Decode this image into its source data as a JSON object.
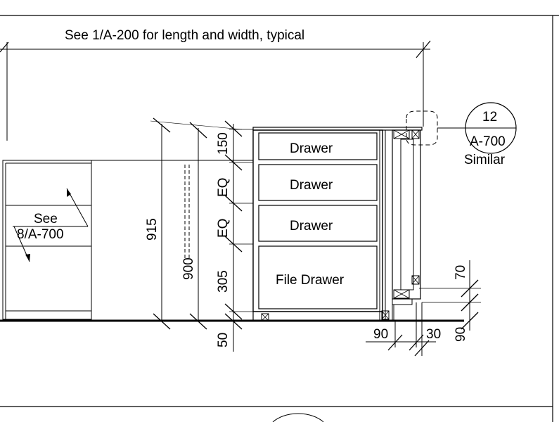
{
  "sheet_title_note": "See 1/A-200 for length and width, typical",
  "cabinet": {
    "drawer_1": "Drawer",
    "drawer_2": "Drawer",
    "drawer_3": "Drawer",
    "file_drawer": "File Drawer"
  },
  "callout_left": {
    "line1": "See",
    "line2": "8/A-700"
  },
  "detail_bubble": {
    "number": "12",
    "sheet": "A-700",
    "note": "Similar"
  },
  "dimensions": {
    "overall_height": "915",
    "counter_height": "900",
    "top_drawer": "150",
    "eq_upper": "EQ",
    "eq_lower": "EQ",
    "file_drawer": "305",
    "toe_kick": "50",
    "side_panel": "90",
    "gap": "30",
    "base_right": "90",
    "top_right": "70"
  },
  "colors": {
    "line": "#000000",
    "background": "#ffffff"
  }
}
